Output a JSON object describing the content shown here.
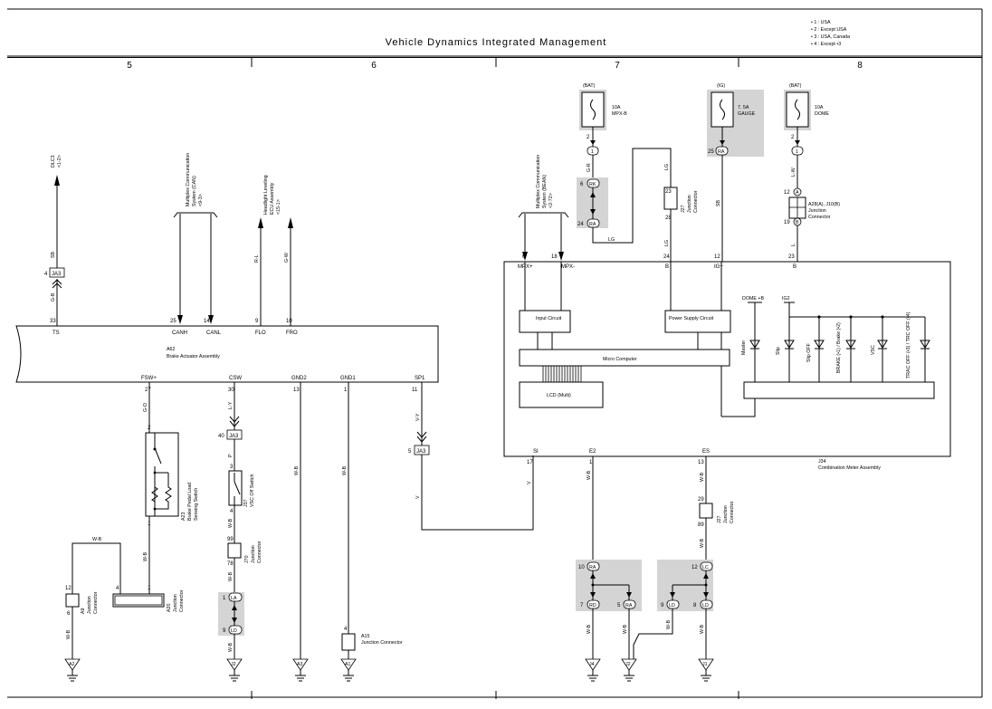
{
  "title": "Vehicle Dynamics Integrated Management",
  "notes": [
    "• 1 : USA",
    "• 2 : Except USA",
    "• 3 : USA, Canada",
    "• 4 : Except •3"
  ],
  "columns": [
    "5",
    "6",
    "7",
    "8"
  ],
  "brake_actuator": {
    "id": "A62",
    "name": "Brake Actuator Assembly",
    "top_terminals": [
      {
        "pin": "33",
        "name": "TS"
      },
      {
        "pin": "25",
        "name": "CANH"
      },
      {
        "pin": "14",
        "name": "CANL"
      },
      {
        "pin": "9",
        "name": "FLO"
      },
      {
        "pin": "10",
        "name": "FRO"
      }
    ],
    "bottom_terminals": [
      {
        "pin": "27",
        "name": "FSW+"
      },
      {
        "pin": "30",
        "name": "CSW"
      },
      {
        "pin": "13",
        "name": "GND2"
      },
      {
        "pin": "1",
        "name": "GND1"
      },
      {
        "pin": "11",
        "name": "SP1"
      }
    ]
  },
  "dlc3": {
    "label": "DLC3",
    "ref": "<1-2>",
    "wire": "SB"
  },
  "ja3_top": {
    "pin": "4",
    "conn": "JA3",
    "wire": "G-B"
  },
  "can_label": [
    "Multiplex Communication",
    "System (CAN)",
    "<9-3>"
  ],
  "headlight_label": [
    "Headlight Leveling",
    "ECU Assembly",
    "<15-1>"
  ],
  "flo_wire": "R-L",
  "fro_wire": "G-W",
  "switch_a23": {
    "id": "A23",
    "name": [
      "Brake Pedal Load",
      "Sensing Switch"
    ],
    "wire_top": "G-O",
    "pin_top": "2",
    "pin_bottom": "1",
    "wire_bottom": "W-B"
  },
  "a20": {
    "id": "A20",
    "name": [
      "Junction",
      "Connector"
    ],
    "pins": [
      "4",
      "1"
    ],
    "wire": "W-B"
  },
  "a9": {
    "id": "A9",
    "name": [
      "Junction",
      "Connector"
    ],
    "pins": [
      "12",
      "6"
    ],
    "wire": "W-B"
  },
  "ground_a2": "A2",
  "csw_chain": {
    "wire1": "L-Y",
    "ja3_pin": "40",
    "ja3": "JA3",
    "wire2": "P",
    "j37": {
      "id": "J37",
      "name": "VSC Off Switch",
      "pins": [
        "3",
        "4"
      ]
    },
    "wire3": "W-B",
    "j70": {
      "id": "J70",
      "name": [
        "Junction",
        "Connector"
      ],
      "pins": [
        "99",
        "78"
      ]
    },
    "wire4": "W-B",
    "la": {
      "pin": "1",
      "name": "LA"
    },
    "ld": {
      "pin": "9",
      "name": "LD"
    },
    "wire5": "W-B",
    "ground": "J2"
  },
  "gnd2": {
    "wire": "W-B",
    "ground": "A3"
  },
  "gnd1": {
    "wire": "W-B",
    "a15": {
      "pin": "4",
      "id": "A15",
      "name": "Junction Connector"
    },
    "ground": "A1"
  },
  "sp1": {
    "wire1": "V-Y",
    "ja3_pin": "5",
    "ja3": "JA3",
    "wire2": "V",
    "wire3": "V"
  },
  "fuses": [
    {
      "supply": "(BAT)",
      "rating": "10A",
      "name": "MPX-B",
      "pin": "2",
      "conn": "1",
      "wire": "G-R"
    },
    {
      "supply": "(IG)",
      "rating": "7. 5A",
      "name": "GAUGE",
      "pin": "25",
      "conn": "RA",
      "wire": "SB"
    },
    {
      "supply": "(BAT)",
      "rating": "10A",
      "name": "DOME",
      "pin": "2",
      "conn": "1",
      "wire": "L-W"
    }
  ],
  "rk_ra": {
    "rk_pin": "6",
    "rk": "RK",
    "ra_pin": "24",
    "ra": "RA",
    "wire": "LG"
  },
  "j27_top": {
    "id": "J27",
    "name": [
      "Junction",
      "Connector"
    ],
    "pins": [
      "23",
      "28"
    ],
    "wire_top": "LG",
    "wire_bottom": "LG"
  },
  "a28": {
    "name": [
      "A28(A), J10(B)",
      "Junction",
      "Connector"
    ],
    "pin_a": "12",
    "conn_a": "A",
    "pin_b": "19",
    "conn_b": "B",
    "wire": "L"
  },
  "mpx_beam": [
    "Multiplex Communication",
    "System (BEAN)",
    "<2-72>"
  ],
  "combination_meter": {
    "id": "J34",
    "name": "Combination Meter Assembly",
    "top_terminals": [
      {
        "pin": "6",
        "name": "MPX+"
      },
      {
        "pin": "18",
        "name": "MPX-"
      },
      {
        "pin": "24",
        "name": "B"
      },
      {
        "pin": "12",
        "name": "IG+"
      },
      {
        "pin": "23",
        "name": "B"
      }
    ],
    "bottom_terminals": [
      {
        "pin": "17",
        "name": "SI"
      },
      {
        "pin": "1",
        "name": "E2"
      },
      {
        "pin": "13",
        "name": "ES"
      }
    ],
    "input_circuit": "Input Circuit",
    "power_supply": "Power Supply Circuit",
    "micro": "Micro Computer",
    "lcd": "LCD (Multi)",
    "dome_label": "DOME +B",
    "ig2_label": "IG2",
    "leds": [
      "Master",
      "Slip",
      "Slip OFF",
      "BRAKE (•1) / Brake (•2)",
      "VSC",
      "TRAC OFF (•3) / TRC OFF (•4)"
    ]
  },
  "e2_chain": {
    "wire": "W-B",
    "ra_pin": "10",
    "ra": "RA",
    "rd_pin": "7",
    "rd": "RD",
    "ra2_pin": "5",
    "ra2": "RA",
    "wire_l": "W-B",
    "wire_r": "W-B",
    "grounds": [
      "J4",
      "J2"
    ]
  },
  "es_chain": {
    "wire": "W-B",
    "j27": {
      "id": "J27",
      "name": [
        "Junction",
        "Connector"
      ],
      "pins": [
        "29",
        "89"
      ]
    },
    "wire2": "W-B",
    "lc_pin": "12",
    "lc": "LC",
    "ld_pin": "9",
    "ld": "LD",
    "ld2_pin": "8",
    "ld2": "LD",
    "wire_l": "W-B",
    "wire_r": "W-B",
    "ground": "J1"
  }
}
